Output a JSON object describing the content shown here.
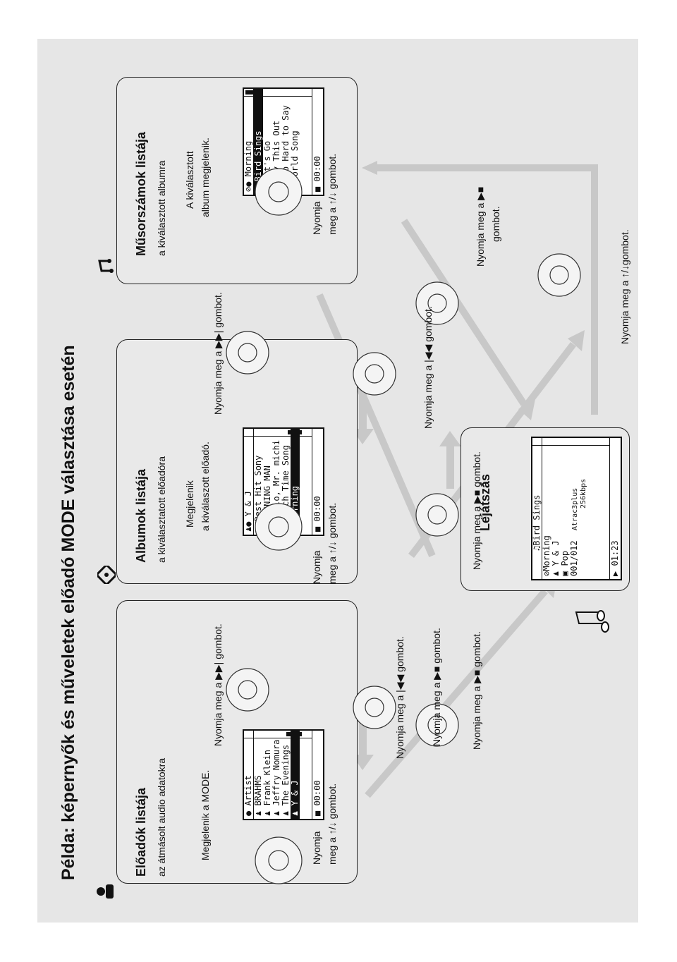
{
  "title": "Példa: képernyők és műveletek előadó MODE választása esetén",
  "panels": {
    "artists": {
      "title": "Előadók listája",
      "subtitle": "az átmásolt audio adatokra",
      "note": "Megjelenik a MODE.",
      "press_line1": "Nyomja",
      "press_line2": "meg a ↑/↓ gombot.",
      "icon": "artist-icon",
      "lcd": {
        "header": "Artist",
        "rows": [
          "BRAHMS",
          "Frank Klein",
          "Jeffry Nomura",
          "The Evenings",
          "Y & J"
        ],
        "highlight": 4,
        "time": "00:00"
      }
    },
    "albums": {
      "title": "Albumok listája",
      "subtitle": "a kiválasztatott előadóra",
      "note_line1": "Megjelenik",
      "note_line2": "a kiválaszott előadó.",
      "press_line1": "Nyomja",
      "press_line2": "meg a ↑/↓ gombot.",
      "icon": "album-icon",
      "lcd": {
        "header": "Y & J",
        "rows": [
          "Best Hit Sony",
          "EVENING MAN",
          "Hello, Mr. michi",
          "Lunch Time Song",
          "Morning"
        ],
        "highlight": 4,
        "time": "00:00"
      }
    },
    "tracks": {
      "title": "Műsorszámok listája",
      "subtitle": "a kiválasztott albumra",
      "note_line1": "A kiválasztott",
      "note_line2": "album megjelenik.",
      "press_line1": "Nyomja",
      "press_line2": "meg a ↑/↓ gombot.",
      "icon": "track-icon",
      "lcd": {
        "header": "Morning",
        "rows": [
          "Bird Sings",
          "Let's Go",
          "Try This Out",
          "Too Hard to Say",
          "World Song"
        ],
        "highlight": 0,
        "time": "00:00"
      }
    },
    "playback": {
      "title": "Lejátszás",
      "lcd": {
        "track": "Bird Sings",
        "album": "Morning",
        "artist": "Y & J",
        "genre": "Pop",
        "counter": "001/012",
        "codec": "Atrac3plus",
        "bitrate": "256kbps",
        "time": "01:23"
      }
    }
  },
  "instructions": {
    "next_1": "Nyomja meg a ▶▶| gombot.",
    "next_2": "Nyomja meg a ▶▶| gombot.",
    "prev_1": "Nyomja meg a |◀◀ gombot.",
    "prev_2": "Nyomja meg a |◀◀ gombot.",
    "play_1": "Nyomja meg a ▶■ gombot.",
    "play_2": "Nyomja meg a ▶■ gombot.",
    "play_3": "Nyomja meg a ▶■ gombot.",
    "play_4_line1": "Nyomja meg a ▶■",
    "play_4_line2": "gombot.",
    "updown": "Nyomja meg a ↑/↓gombot."
  },
  "colors": {
    "frame": "#e6e6e6",
    "arrow": "#c8c8c8",
    "ink": "#111111"
  }
}
